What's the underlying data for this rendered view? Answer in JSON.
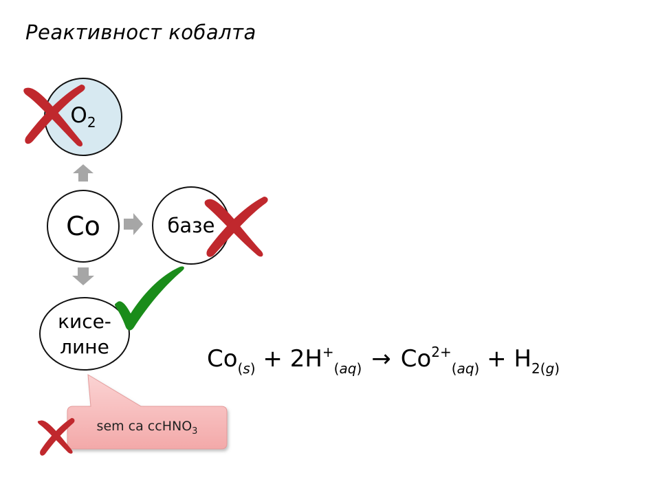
{
  "title": "Реактивност кобалта",
  "nodes": {
    "oxygen": {
      "base": "O",
      "sub": "2"
    },
    "cobalt": "Co",
    "bases": "базе",
    "acids_line1": "кисе-",
    "acids_line2": "лине"
  },
  "callout": {
    "text": "sem ca ccHNO",
    "sub": "3"
  },
  "equation": {
    "t1": "Co",
    "s1": "(",
    "s1i": "s",
    "s1c": ")",
    "t2": " + 2H",
    "sup2": "+",
    "s2": "(",
    "s2i": "aq",
    "s2c": ")",
    "arrow": "→",
    "t3": "Co",
    "sup3": "2+",
    "s3": "(",
    "s3i": "aq",
    "s3c": ")",
    "t4": " + H",
    "s4": "2(",
    "s4i": "g",
    "s4c": ")"
  },
  "colors": {
    "cross": "#c0282d",
    "check": "#1a8c1a",
    "arrow_gray": "#a6a6a6",
    "o2_fill": "#d7e9f1",
    "callout_fill": "#f7bcbc"
  }
}
